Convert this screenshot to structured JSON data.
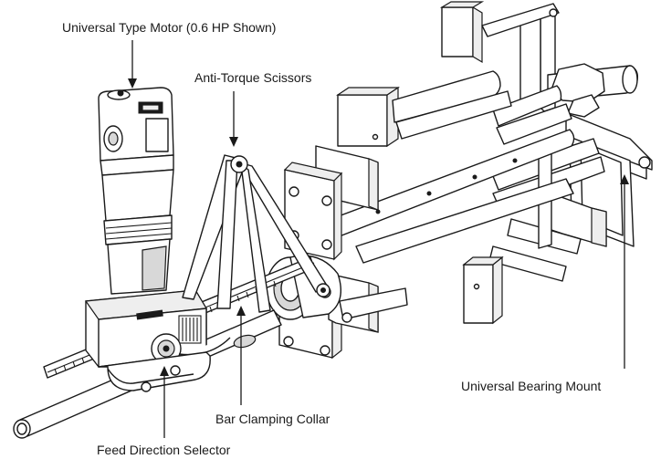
{
  "callouts": {
    "motor": "Universal Type Motor (0.6 HP Shown)",
    "scissors": "Anti-Torque Scissors",
    "bearing_mount": "Universal Bearing Mount",
    "clamping_collar": "Bar Clamping Collar",
    "feed_selector": "Feed Direction Selector"
  }
}
